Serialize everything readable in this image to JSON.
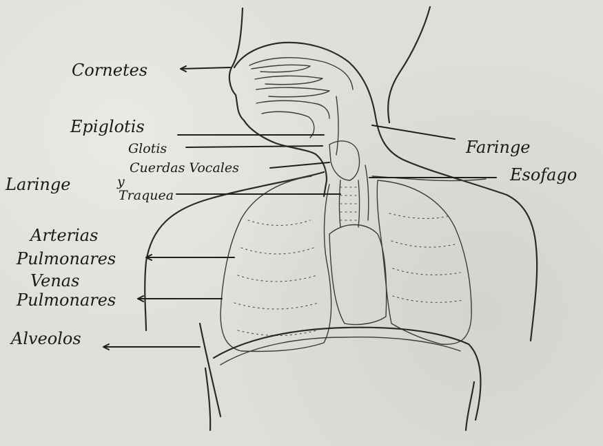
{
  "diagram": {
    "labels": {
      "cornetes": "Cornetes",
      "epiglotis": "Epiglotis",
      "glotis": "Glotis",
      "cuerdas": "Cuerdas Vocales",
      "laringe": "Laringe",
      "y": "y",
      "traquea": "Traquea",
      "faringe": "Faringe",
      "esofago": "Esofago",
      "arterias_1": "Arterias",
      "arterias_2": "Pulmonares",
      "venas_1": "Venas",
      "venas_2": "Pulmonares",
      "alveolos": "Alveolos"
    }
  }
}
